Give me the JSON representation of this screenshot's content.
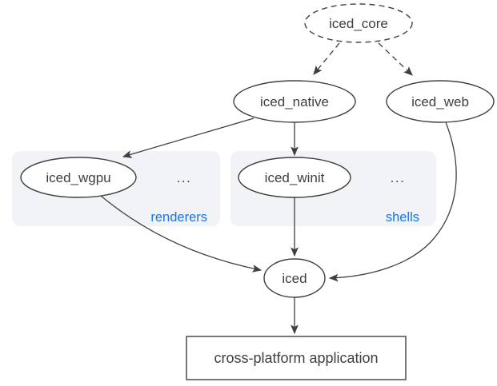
{
  "diagram": {
    "nodes": {
      "core": {
        "label": "iced_core"
      },
      "native": {
        "label": "iced_native"
      },
      "web": {
        "label": "iced_web"
      },
      "wgpu": {
        "label": "iced_wgpu"
      },
      "winit": {
        "label": "iced_winit"
      },
      "iced": {
        "label": "iced"
      },
      "app": {
        "label": "cross-platform application"
      }
    },
    "groups": {
      "renderers": {
        "label": "renderers",
        "more": "..."
      },
      "shells": {
        "label": "shells",
        "more": "..."
      }
    },
    "colors": {
      "accent_blue": "#1a73e8",
      "stroke_dark": "#3c4043",
      "group_background": "#f1f3f7",
      "page_background": "#ffffff"
    }
  }
}
